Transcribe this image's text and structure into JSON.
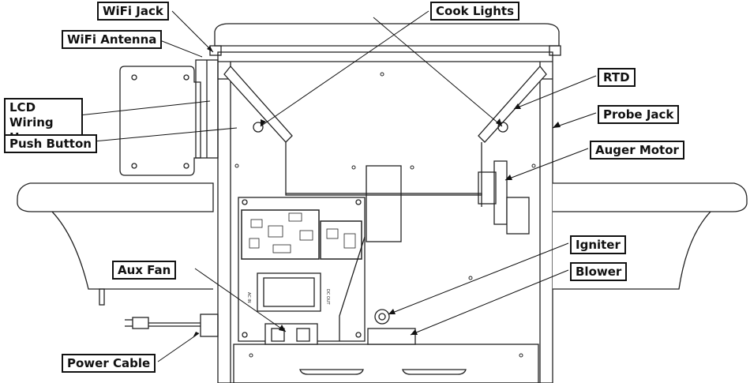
{
  "labels": {
    "wifi_jack": "WiFi Jack",
    "wifi_antenna": "WiFi Antenna",
    "lcd_wiring_harness": "LCD Wiring Harness",
    "push_button": "Push Button",
    "aux_fan": "Aux Fan",
    "power_cable": "Power Cable",
    "cook_lights": "Cook Lights",
    "rtd": "RTD",
    "probe_jack": "Probe Jack",
    "auger_motor": "Auger Motor",
    "igniter": "Igniter",
    "blower": "Blower"
  },
  "board_text": {
    "relay_left": "AC IN",
    "relay_right": "DC OUT"
  }
}
